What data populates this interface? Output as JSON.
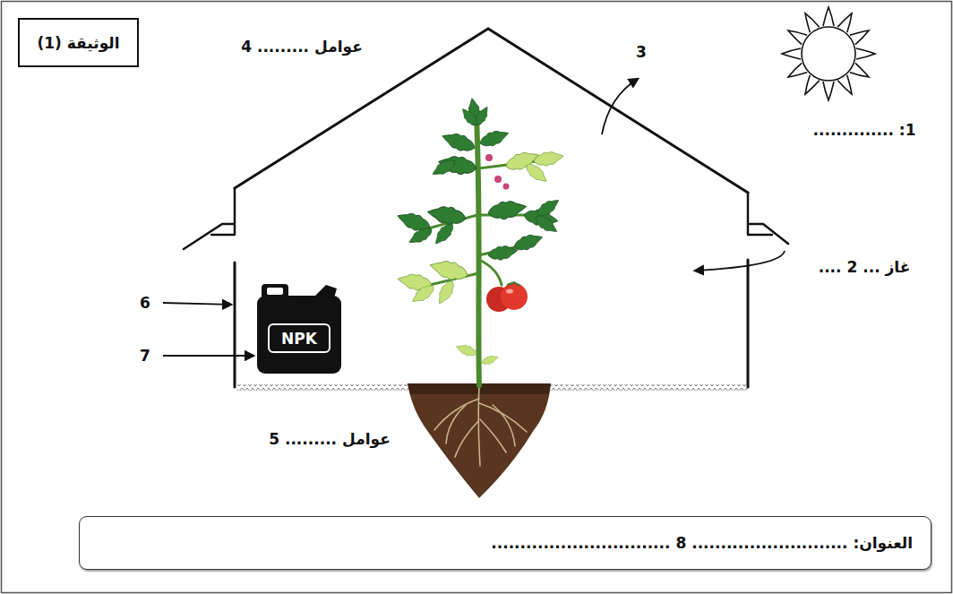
{
  "diagram": {
    "nodes": [
      {
        "text": [
          "الوثيقة (1)"
        ]
      },
      {
        "text": [
          "العنوان: ........................... 8 ..............................."
        ]
      }
    ],
    "labels": [
      "عوامل ......... 4",
      "3",
      "1: ..............",
      "غاز ... 2 ....",
      "6",
      "NPK",
      "7",
      "عوامل ......... 5"
    ]
  }
}
